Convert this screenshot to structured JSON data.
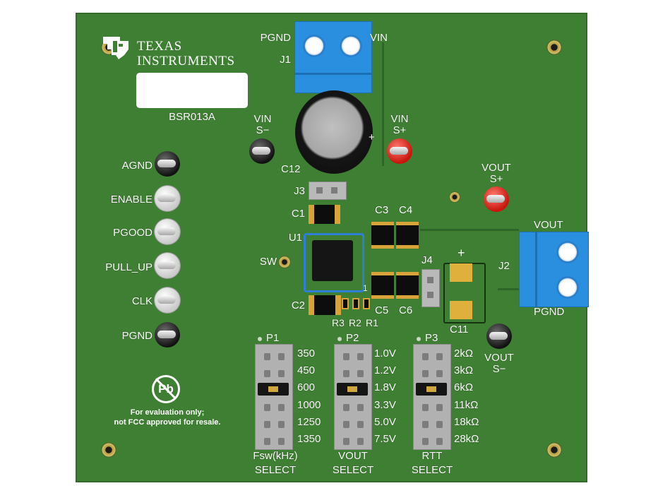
{
  "brand": {
    "line1": "Texas",
    "line2": "Instruments"
  },
  "board_id": "BSR013A",
  "connectors": {
    "j1": {
      "ref": "J1",
      "left_label": "PGND",
      "right_label": "VIN"
    },
    "j2": {
      "ref": "J2",
      "top_label": "VOUT",
      "bottom_label": "PGND"
    }
  },
  "test_points": [
    {
      "label": "AGND",
      "type": "black"
    },
    {
      "label": "ENABLE",
      "type": "white"
    },
    {
      "label": "PGOOD",
      "type": "white"
    },
    {
      "label": "PULL_UP",
      "type": "white"
    },
    {
      "label": "CLK",
      "type": "white"
    },
    {
      "label": "PGND",
      "type": "black"
    }
  ],
  "sense_points": {
    "vin_minus": {
      "line1": "VIN",
      "line2": "S−"
    },
    "vin_plus": {
      "line1": "VIN",
      "line2": "S+"
    },
    "vout_plus": {
      "line1": "VOUT",
      "line2": "S+"
    },
    "vout_minus": {
      "line1": "VOUT",
      "line2": "S−"
    }
  },
  "components": {
    "c12": "C12",
    "j3": "J3",
    "c1": "C1",
    "c2": "C2",
    "u1": "U1",
    "sw": "SW",
    "c3": "C3",
    "c4": "C4",
    "c5": "C5",
    "c6": "C6",
    "j4": "J4",
    "c11": "C11",
    "r3": "R3",
    "r2": "R2",
    "r1": "R1",
    "pin1": "1",
    "c11_plus": "+",
    "c12_plus": "+"
  },
  "selectors": [
    {
      "ref": "P1",
      "options": [
        "350",
        "450",
        "600",
        "1000",
        "1250",
        "1350"
      ],
      "selected_index": 2,
      "title_line1": "Fsw(kHz)",
      "title_line2": "SELECT"
    },
    {
      "ref": "P2",
      "options": [
        "1.0V",
        "1.2V",
        "1.8V",
        "3.3V",
        "5.0V",
        "7.5V"
      ],
      "selected_index": 2,
      "title_line1": "VOUT",
      "title_line2": "SELECT"
    },
    {
      "ref": "P3",
      "options": [
        "2kΩ",
        "3kΩ",
        "6kΩ",
        "11kΩ",
        "18kΩ",
        "28kΩ"
      ],
      "selected_index": 2,
      "title_line1": "RTT",
      "title_line2": "SELECT"
    }
  ],
  "pb_symbol": "Pb",
  "disclaimer": {
    "line1": "For evaluation only;",
    "line2": "not FCC approved for resale."
  },
  "colors": {
    "pcb": "#3f7f33",
    "terminal": "#2b8fe0",
    "silkscreen": "#ffffff"
  }
}
